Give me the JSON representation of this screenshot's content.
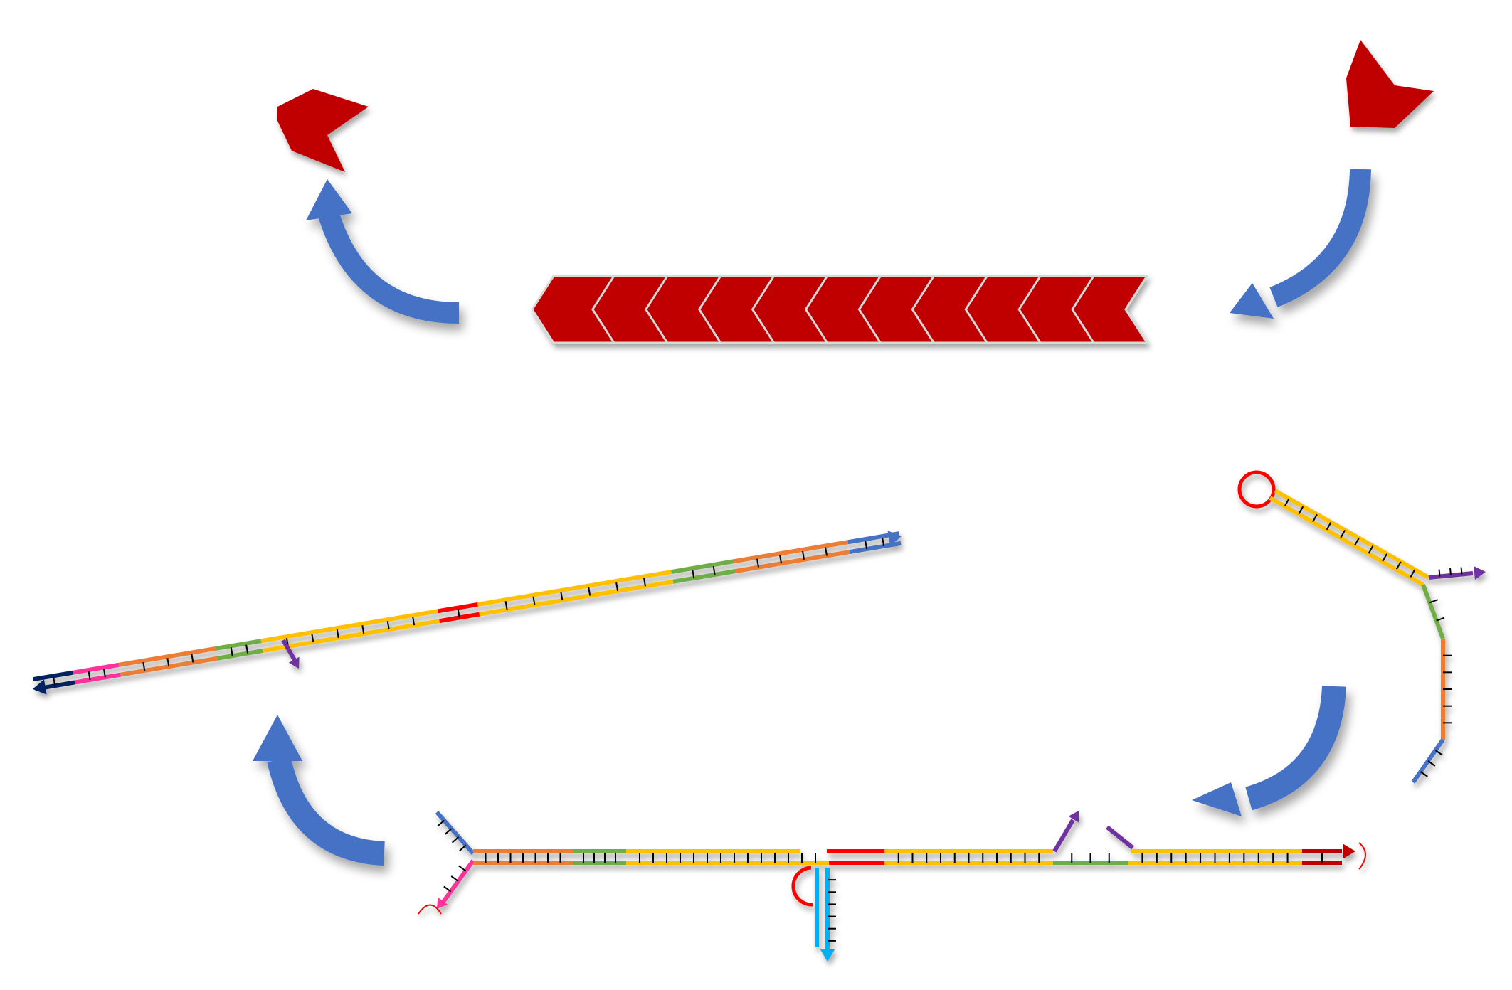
{
  "colors": {
    "monomer": "#c00000",
    "cycle_arrow": "#4472c4",
    "segment_yellow": "#ffc000",
    "segment_orange": "#ed7d31",
    "segment_green": "#70ad47",
    "segment_red": "#ff0000",
    "segment_darkred": "#c00000",
    "segment_blue": "#4472c4",
    "segment_magenta": "#ff3399",
    "segment_navy": "#002060",
    "segment_purple": "#7030a0",
    "segment_cyan": "#00b0f0",
    "tick": "#000000"
  },
  "diagram": {
    "polymer_unit_count": 11,
    "free_monomer_count": 2,
    "cycle_arrow_count": 4,
    "icons": [
      "free-monomer-icon",
      "polymer-chain-icon",
      "hairpin-loop-icon",
      "dna-arrow-icon"
    ]
  }
}
